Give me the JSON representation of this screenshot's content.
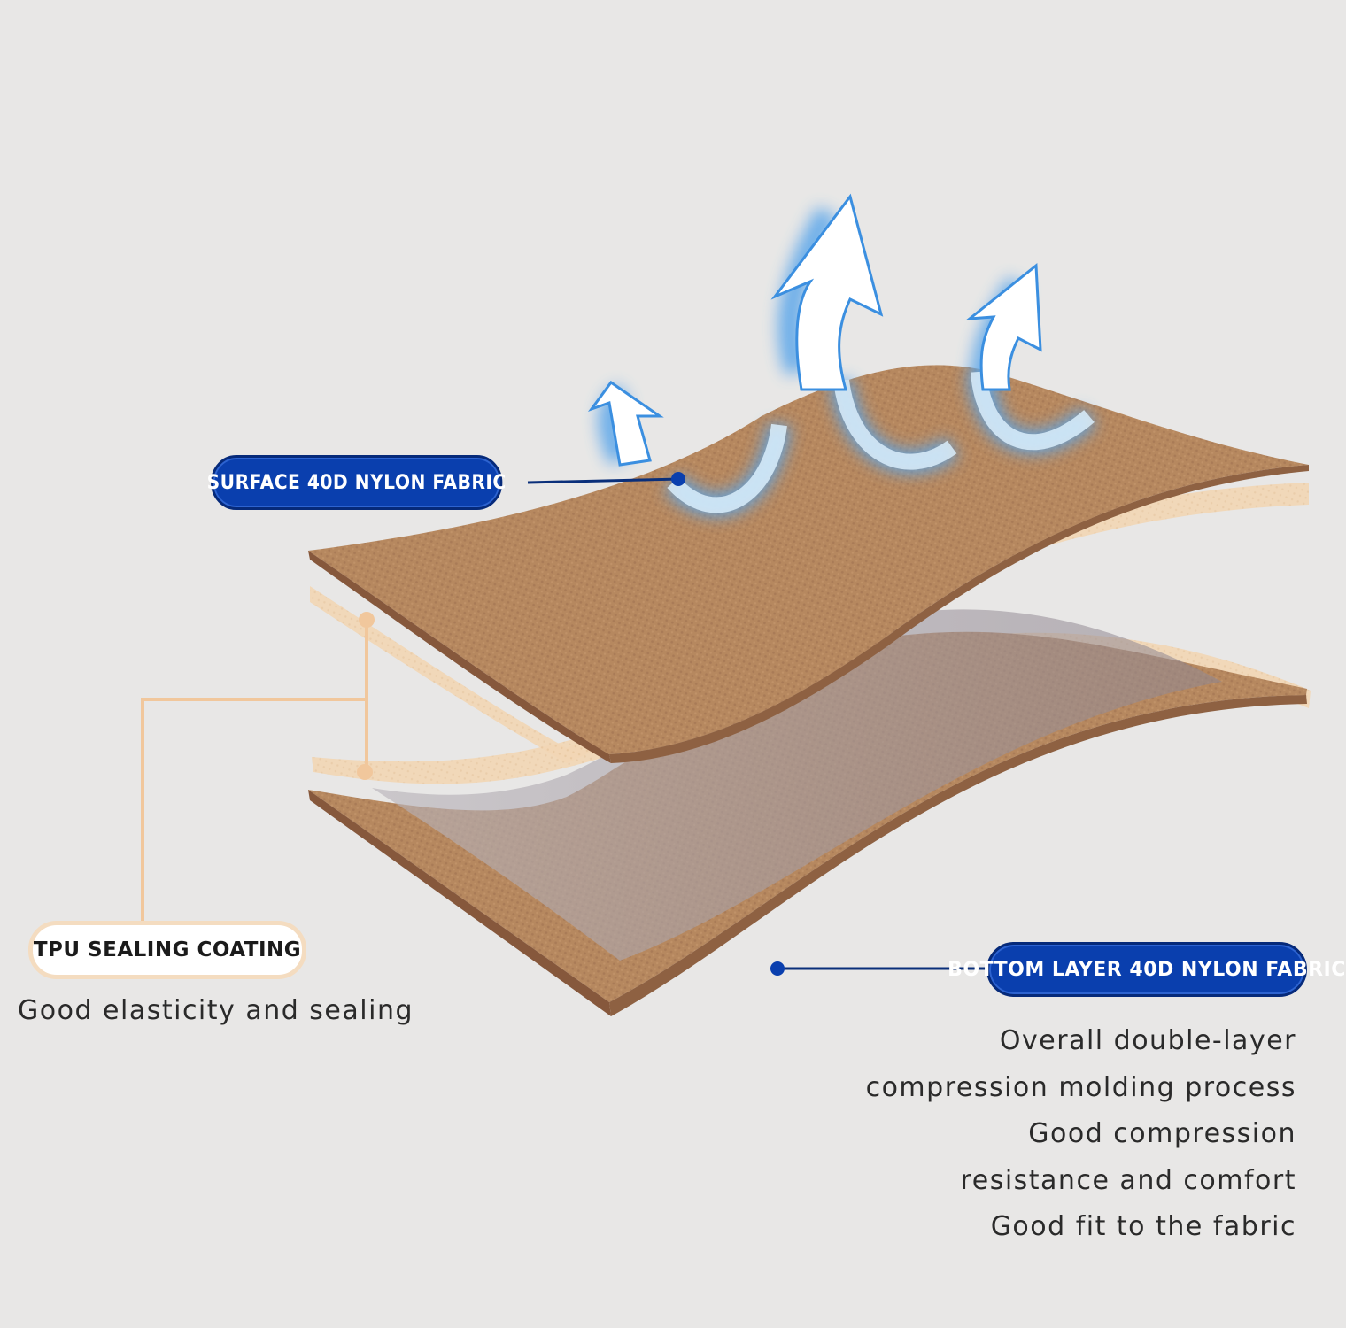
{
  "labels": {
    "surface": "SURFACE 40D NYLON FABRIC",
    "tpu": "TPU SEALING COATING",
    "bottom": "BOTTOM LAYER 40D NYLON FABRIC"
  },
  "captions": {
    "tpu": "Good elasticity and sealing",
    "bottom_lines": [
      "Overall double-layer",
      "compression molding process",
      "Good compression",
      "resistance and comfort",
      "Good fit to the fabric"
    ]
  },
  "colors": {
    "background": "#e8e7e6",
    "fabric": "#b88a63",
    "fabric_edge": "#8e6142",
    "tpu_coating": "#f0d2ad",
    "accent_blue": "#0a3fae",
    "leader_tan": "#f1c79c",
    "vapor_glow": "#5aa6ea"
  },
  "icons": [
    "vapor-arrow-icon"
  ]
}
